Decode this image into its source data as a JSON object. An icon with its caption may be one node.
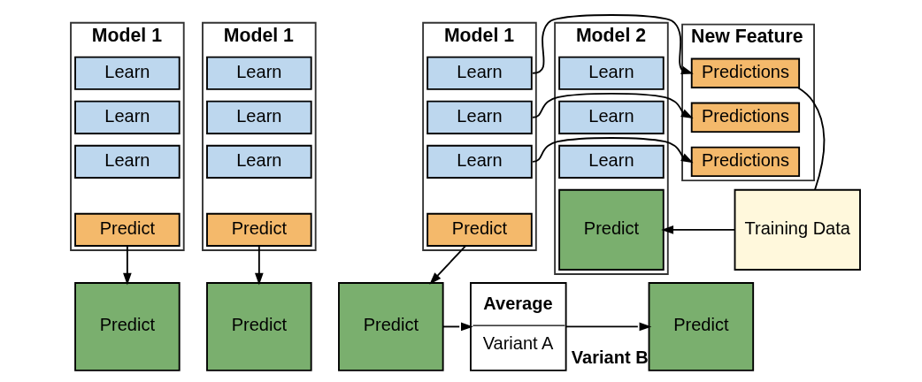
{
  "diagram": {
    "nodes": [
      {
        "text": [
          "Model 1"
        ]
      },
      {
        "text": [
          "Learn"
        ],
        "in": 0
      },
      {
        "text": [
          "Learn"
        ],
        "in": 0
      },
      {
        "text": [
          "Learn"
        ],
        "in": 0
      },
      {
        "text": [
          "Predict"
        ],
        "in": 0
      },
      {
        "text": [
          "Model 1"
        ]
      },
      {
        "text": [
          "Learn"
        ],
        "in": 5
      },
      {
        "text": [
          "Learn"
        ],
        "in": 5
      },
      {
        "text": [
          "Learn"
        ],
        "in": 5
      },
      {
        "text": [
          "Predict"
        ],
        "in": 5
      },
      {
        "text": [
          "Model 1"
        ]
      },
      {
        "text": [
          "Learn"
        ],
        "in": 10
      },
      {
        "text": [
          "Learn"
        ],
        "in": 10
      },
      {
        "text": [
          "Learn"
        ],
        "in": 10
      },
      {
        "text": [
          "Predict"
        ],
        "in": 10
      },
      {
        "text": [
          "New Feature"
        ]
      },
      {
        "text": [
          "Predictions"
        ],
        "in": 15
      },
      {
        "text": [
          "Predictions"
        ],
        "in": 15
      },
      {
        "text": [
          "Predictions"
        ],
        "in": 15
      },
      {
        "text": [
          "Training Data"
        ]
      },
      {
        "text": [
          "Model 2"
        ]
      },
      {
        "text": [
          "Learn"
        ],
        "in": 20
      },
      {
        "text": [
          "Learn"
        ],
        "in": 20
      },
      {
        "text": [
          "Learn"
        ],
        "in": 20
      },
      {
        "text": [
          "Predict"
        ],
        "in": 20
      },
      {
        "text": [
          "Predict"
        ]
      },
      {
        "text": [
          "Predict"
        ]
      },
      {
        "text": [
          "Predict"
        ]
      },
      {
        "text": [
          "Average",
          "Variant A"
        ]
      },
      {
        "text": [
          "Predict"
        ],
        "beside": [
          "Variant B"
        ]
      }
    ],
    "edges": [
      {
        "from": 4,
        "to": 25,
        "arrow": "to"
      },
      {
        "from": 9,
        "to": 26,
        "arrow": "to"
      },
      {
        "from": 14,
        "to": 27,
        "arrow": "to"
      },
      {
        "from": 11,
        "to": 16,
        "arrow": "to"
      },
      {
        "from": 12,
        "to": 17,
        "arrow": "to"
      },
      {
        "from": 13,
        "to": 18,
        "arrow": "to"
      },
      {
        "from": 16,
        "to": 19,
        "arrow": "none"
      },
      {
        "from": 19,
        "to": 24,
        "arrow": "to"
      },
      {
        "from": 27,
        "to": 28,
        "arrow": "to"
      },
      {
        "from": 28,
        "to": 29,
        "arrow": "to"
      }
    ]
  }
}
